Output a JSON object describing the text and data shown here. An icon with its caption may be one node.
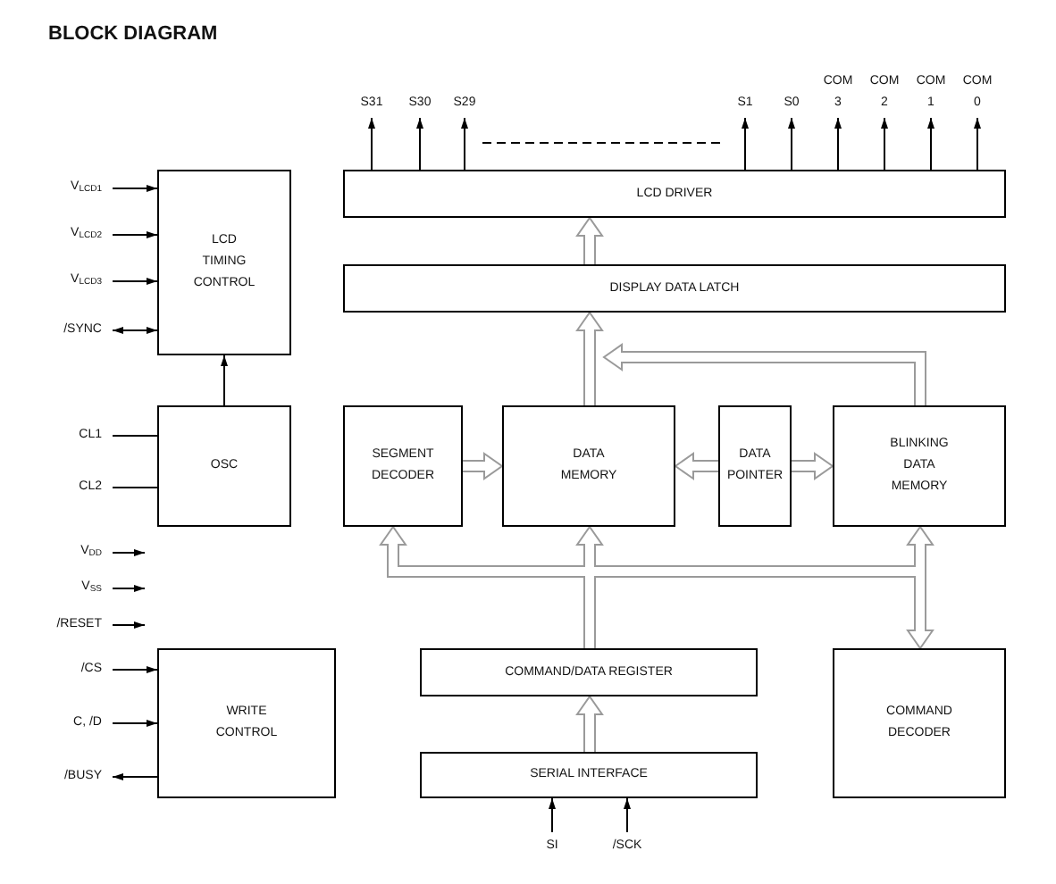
{
  "diagram": {
    "title": "BLOCK DIAGRAM",
    "nodes": [
      {
        "text": [
          "LCD DRIVER"
        ]
      },
      {
        "text": [
          "DISPLAY DATA LATCH"
        ]
      },
      {
        "text": [
          "LCD TIMING CONTROL"
        ]
      },
      {
        "text": [
          "OSC"
        ]
      },
      {
        "text": [
          "SEGMENT DECODER"
        ]
      },
      {
        "text": [
          "DATA MEMORY"
        ]
      },
      {
        "text": [
          "DATA POINTER"
        ]
      },
      {
        "text": [
          "BLINKING DATA MEMORY"
        ]
      },
      {
        "text": [
          "COMMAND/DATA REGISTER"
        ]
      },
      {
        "text": [
          "WRITE CONTROL"
        ]
      },
      {
        "text": [
          "COMMAND DECODER"
        ]
      },
      {
        "text": [
          "SERIAL INTERFACE"
        ]
      },
      {
        "text": [
          "S31"
        ]
      },
      {
        "text": [
          "S30"
        ]
      },
      {
        "text": [
          "S29"
        ]
      },
      {
        "text": [
          "S1"
        ]
      },
      {
        "text": [
          "S0"
        ]
      },
      {
        "text": [
          "COM 3"
        ]
      },
      {
        "text": [
          "COM 2"
        ]
      },
      {
        "text": [
          "COM 1"
        ]
      },
      {
        "text": [
          "COM 0"
        ]
      },
      {
        "text": [
          "V$_{LCD1}$"
        ]
      },
      {
        "text": [
          "V$_{LCD2}$"
        ]
      },
      {
        "text": [
          "V$_{LCD3}$"
        ]
      },
      {
        "text": [
          "/SYNC"
        ]
      },
      {
        "text": [
          "CL1"
        ]
      },
      {
        "text": [
          "CL2"
        ]
      },
      {
        "text": [
          "V$_{DD}$"
        ]
      },
      {
        "text": [
          "V$_{SS}$"
        ]
      },
      {
        "text": [
          "/RESET"
        ]
      },
      {
        "text": [
          "/CS"
        ]
      },
      {
        "text": [
          "C, /D"
        ]
      },
      {
        "text": [
          "/BUSY"
        ]
      },
      {
        "text": [
          "SI"
        ]
      },
      {
        "text": [
          "/SCK"
        ]
      }
    ],
    "edges": [
      {
        "from": 0,
        "to": 12,
        "arrow": "to"
      },
      {
        "from": 0,
        "to": 13,
        "arrow": "to"
      },
      {
        "from": 0,
        "to": 14,
        "arrow": "to"
      },
      {
        "from": 0,
        "to": 15,
        "arrow": "to"
      },
      {
        "from": 0,
        "to": 16,
        "arrow": "to"
      },
      {
        "from": 0,
        "to": 17,
        "arrow": "to"
      },
      {
        "from": 0,
        "to": 18,
        "arrow": "to"
      },
      {
        "from": 0,
        "to": 19,
        "arrow": "to"
      },
      {
        "from": 0,
        "to": 20,
        "arrow": "to"
      },
      {
        "from": 21,
        "to": 2,
        "arrow": "to"
      },
      {
        "from": 22,
        "to": 2,
        "arrow": "to"
      },
      {
        "from": 23,
        "to": 2,
        "arrow": "to"
      },
      {
        "from": 24,
        "to": 2,
        "arrow": "both"
      },
      {
        "from": 3,
        "to": 2,
        "arrow": "to"
      },
      {
        "from": 25,
        "to": 3,
        "arrow": "none"
      },
      {
        "from": 26,
        "to": 3,
        "arrow": "none"
      },
      {
        "from": 27,
        "to": null,
        "arrow": "to"
      },
      {
        "from": 28,
        "to": null,
        "arrow": "to"
      },
      {
        "from": 29,
        "to": null,
        "arrow": "to"
      },
      {
        "from": 30,
        "to": 9,
        "arrow": "to"
      },
      {
        "from": 31,
        "to": 9,
        "arrow": "to"
      },
      {
        "from": 9,
        "to": 32,
        "arrow": "to"
      },
      {
        "from": 33,
        "to": 11,
        "arrow": "to"
      },
      {
        "from": 34,
        "to": 11,
        "arrow": "to"
      },
      {
        "from": 11,
        "to": 8,
        "arrow": "to",
        "style": "thick",
        "color": "#9a9a9a"
      },
      {
        "from": 8,
        "to": 4,
        "arrow": "to",
        "style": "thick",
        "color": "#9a9a9a"
      },
      {
        "from": 8,
        "to": 5,
        "arrow": "to",
        "style": "thick",
        "color": "#9a9a9a"
      },
      {
        "from": 8,
        "to": 7,
        "arrow": "to",
        "style": "thick",
        "color": "#9a9a9a"
      },
      {
        "from": 8,
        "to": 10,
        "arrow": "to",
        "style": "thick",
        "color": "#9a9a9a"
      },
      {
        "from": 4,
        "to": 5,
        "arrow": "to",
        "style": "thick",
        "color": "#9a9a9a"
      },
      {
        "from": 6,
        "to": 5,
        "arrow": "to",
        "style": "thick",
        "color": "#9a9a9a"
      },
      {
        "from": 6,
        "to": 7,
        "arrow": "to",
        "style": "thick",
        "color": "#9a9a9a"
      },
      {
        "from": 5,
        "to": 1,
        "arrow": "to",
        "style": "thick",
        "color": "#9a9a9a"
      },
      {
        "from": 7,
        "to": 1,
        "arrow": "to",
        "style": "thick",
        "color": "#9a9a9a"
      },
      {
        "from": 1,
        "to": 0,
        "arrow": "to",
        "style": "thick",
        "color": "#9a9a9a"
      }
    ]
  }
}
